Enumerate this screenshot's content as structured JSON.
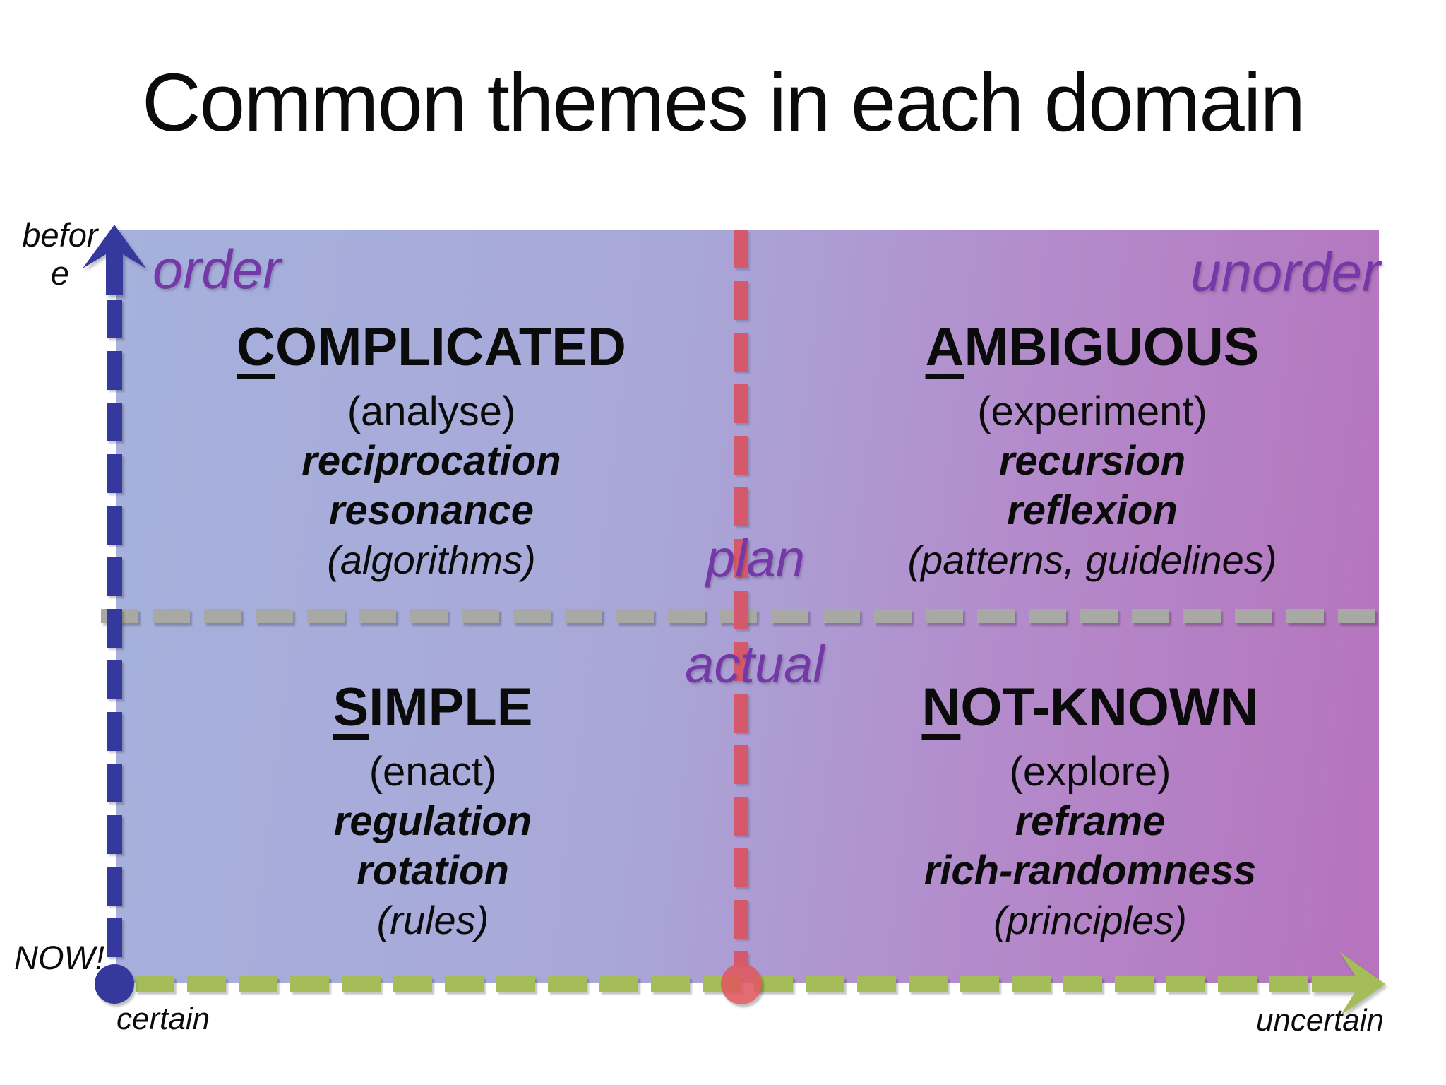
{
  "slide": {
    "title": "Common themes in each domain"
  },
  "matrix": {
    "region_labels": {
      "top_left": "order",
      "top_right": "unorder"
    },
    "divider_labels": {
      "above": "plan",
      "below": "actual"
    },
    "axis_vertical": {
      "top_line1": "befor",
      "top_line2": "e",
      "origin": "NOW!"
    },
    "axis_horizontal": {
      "left": "certain",
      "right": "uncertain"
    },
    "colors": {
      "gradient_left": "#a6b1dc",
      "gradient_right": "#b673bd",
      "axis_vertical_blue": "#35389c",
      "axis_horizontal_green": "#a4bd58",
      "divider_vertical_red": "#d6596b",
      "divider_horizontal_gray": "#a8a8a4",
      "region_label_purple": "#7438a8"
    },
    "quadrants": [
      {
        "position": "top-left",
        "title_first": "C",
        "title_rest": "OMPLICATED",
        "action": "(analyse)",
        "theme1": "reciprocation",
        "theme2": "resonance",
        "note": "(algorithms)"
      },
      {
        "position": "top-right",
        "title_first": "A",
        "title_rest": "MBIGUOUS",
        "action": "(experiment)",
        "theme1": "recursion",
        "theme2": "reflexion",
        "note": "(patterns, guidelines)"
      },
      {
        "position": "bottom-left",
        "title_first": "S",
        "title_rest": "IMPLE",
        "action": "(enact)",
        "theme1": "regulation",
        "theme2": "rotation",
        "note": "(rules)"
      },
      {
        "position": "bottom-right",
        "title_first": "N",
        "title_rest": "OT-KNOWN",
        "action": "(explore)",
        "theme1": "reframe",
        "theme2": "rich-randomness",
        "note": "(principles)"
      }
    ]
  }
}
